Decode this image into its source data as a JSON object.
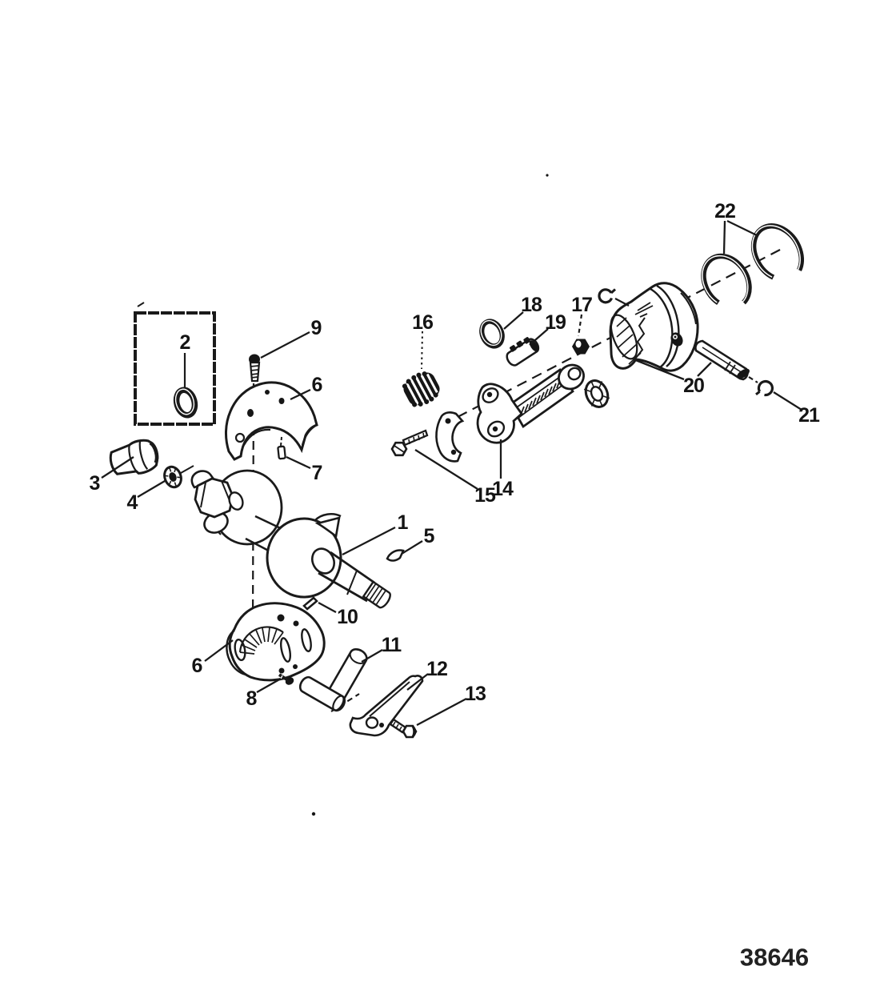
{
  "figure": {
    "drawing_number": "38646",
    "ink_color": "#1a1a1a",
    "paper_color": "#ffffff",
    "callouts": {
      "c1": "1",
      "c2": "2",
      "c3": "3",
      "c4": "4",
      "c5": "5",
      "c6_upper": "6",
      "c6_lower": "6",
      "c7": "7",
      "c8": "8",
      "c9": "9",
      "c10": "10",
      "c11": "11",
      "c12": "12",
      "c13": "13",
      "c14": "14",
      "c15": "15",
      "c16": "16",
      "c17": "17",
      "c18": "18",
      "c19": "19",
      "c20": "20",
      "c21": "21",
      "c22": "22"
    }
  }
}
